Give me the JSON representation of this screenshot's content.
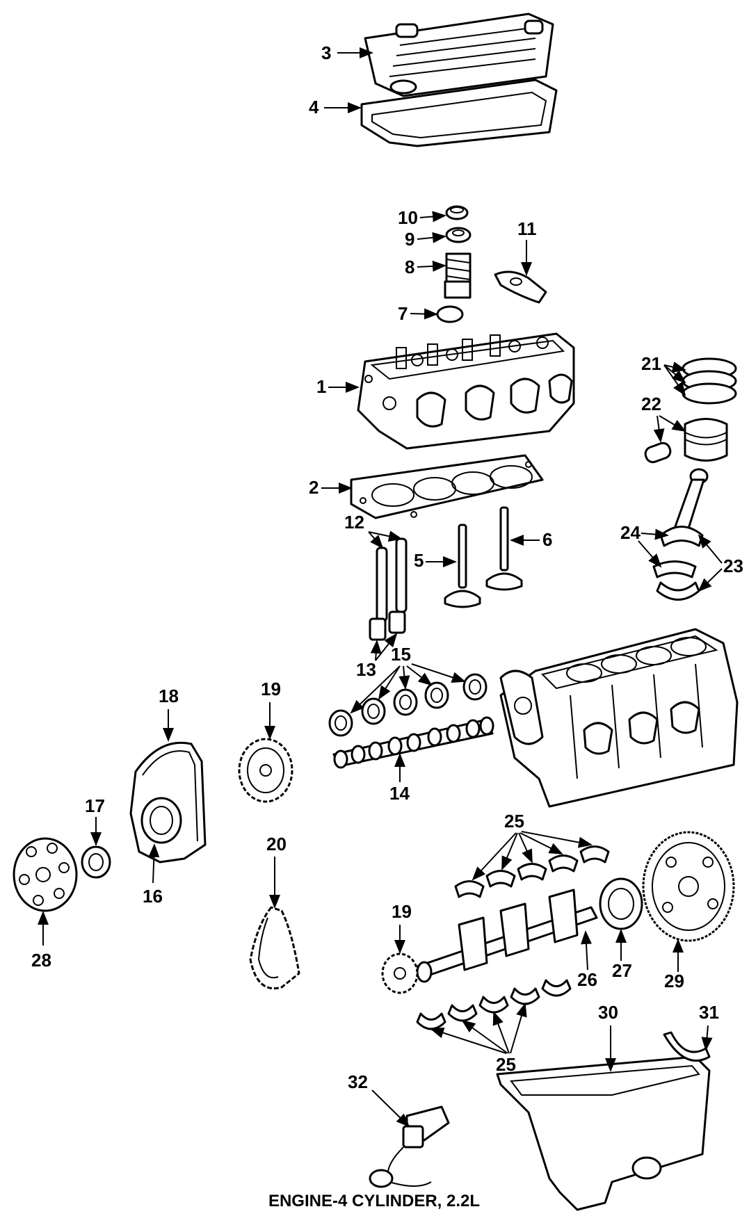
{
  "caption": "ENGINE-4 CYLINDER, 2.2L",
  "callouts": {
    "c1": "1",
    "c2": "2",
    "c3": "3",
    "c4": "4",
    "c5": "5",
    "c6": "6",
    "c7": "7",
    "c8": "8",
    "c9": "9",
    "c10": "10",
    "c11": "11",
    "c12": "12",
    "c13": "13",
    "c14": "14",
    "c15": "15",
    "c16": "16",
    "c17": "17",
    "c18": "18",
    "c19a": "19",
    "c19b": "19",
    "c20": "20",
    "c21": "21",
    "c22": "22",
    "c23": "23",
    "c24": "24",
    "c25a": "25",
    "c25b": "25",
    "c26": "26",
    "c27": "27",
    "c28": "28",
    "c29": "29",
    "c30": "30",
    "c31": "31",
    "c32": "32"
  }
}
